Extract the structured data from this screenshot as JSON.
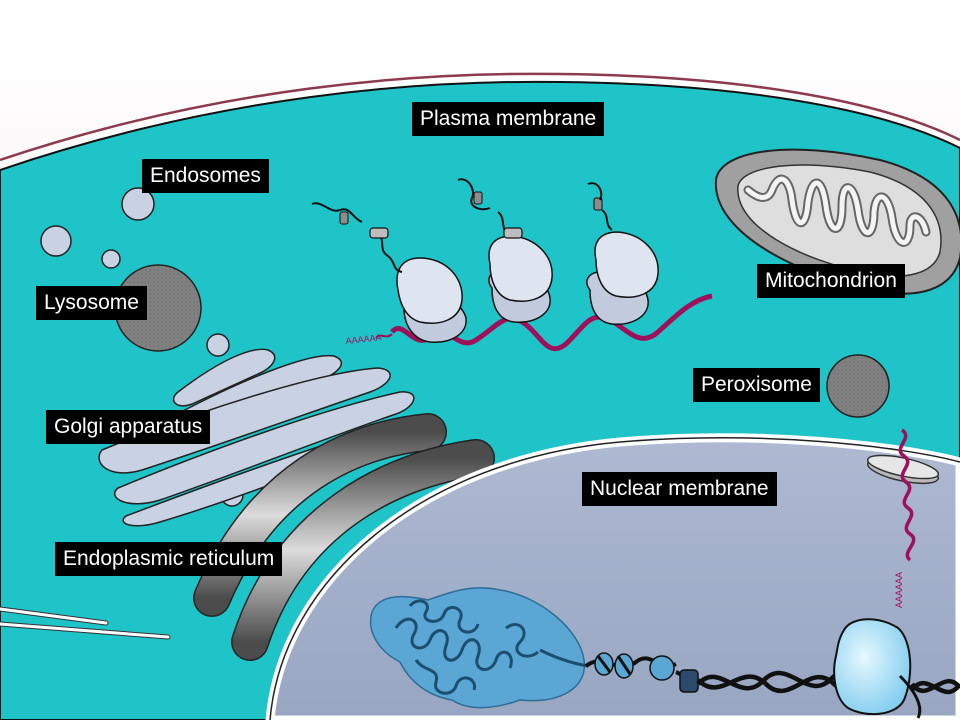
{
  "labels": {
    "plasma_membrane": "Plasma membrane",
    "endosomes": "Endosomes",
    "lysosome": "Lysosome",
    "golgi_apparatus": "Golgi apparatus",
    "endoplasmic_reticulum": "Endoplasmic reticulum",
    "mitochondrion": "Mitochondrion",
    "peroxisome": "Peroxisome",
    "nuclear_membrane": "Nuclear membrane"
  },
  "polyA_tail": "AAAAAA",
  "colors": {
    "cytoplasm": "#1ec4c8",
    "membrane": "#8e3a4e",
    "nucleoplasm": "#a0aec8",
    "mrna": "#a0105a",
    "ribosome": "#dfe5f0",
    "organelle_gray": "#7c7c7c",
    "chromatin": "#5aa6d4",
    "label_bg": "#000000",
    "label_text": "#ffffff"
  }
}
